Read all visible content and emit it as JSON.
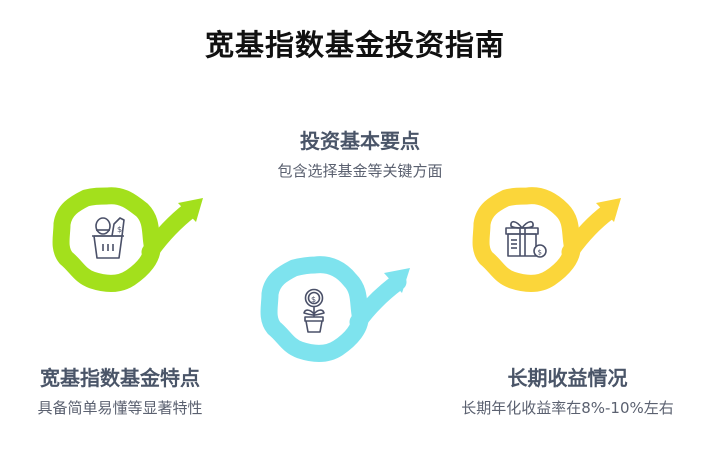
{
  "title": "宽基指数基金投资指南",
  "steps": [
    {
      "heading": "宽基指数基金特点",
      "description": "具备简单易懂等显著特性",
      "icon": "shopping-basket-icon",
      "color": "#a3e01c"
    },
    {
      "heading": "投资基本要点",
      "description": "包含选择基金等关键方面",
      "icon": "money-plant-icon",
      "color": "#7ee3ee"
    },
    {
      "heading": "长期收益情况",
      "description": "长期年化收益率在8%-10%左右",
      "icon": "gift-dollar-icon",
      "color": "#fbd63a"
    }
  ]
}
